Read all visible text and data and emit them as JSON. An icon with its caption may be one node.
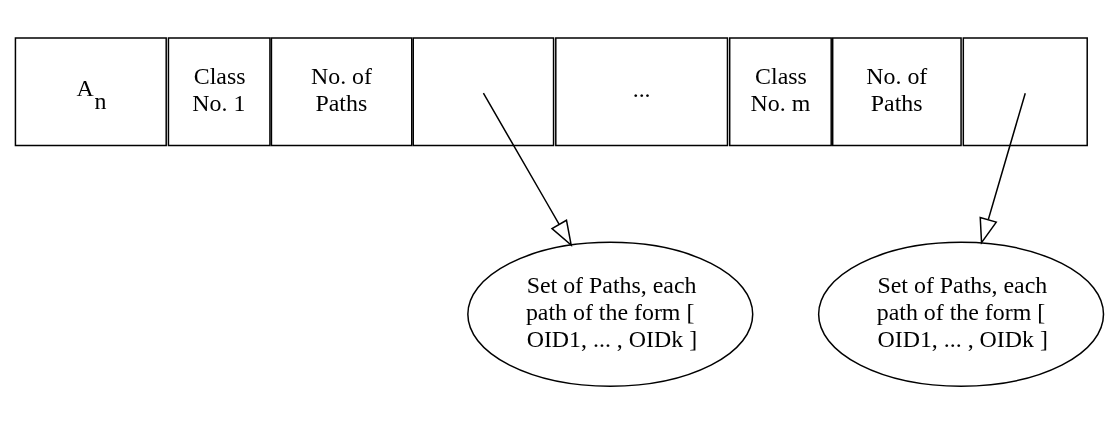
{
  "diagram": {
    "nodes": [
      {
        "text": [
          "A$_{n}$"
        ]
      },
      {
        "text": [
          "Class No. 1"
        ]
      },
      {
        "text": [
          "No. of Paths"
        ]
      },
      {
        "text": [],
        "shape": "box"
      },
      {
        "text": [
          "..."
        ]
      },
      {
        "text": [
          "Class No. m"
        ]
      },
      {
        "text": [
          "No. of Paths"
        ]
      },
      {
        "text": [],
        "shape": "box"
      },
      {
        "text": [
          "Set of Paths, each path of the form [ OID1, ... , OIDk ]"
        ]
      },
      {
        "text": [
          "Set of Paths, each path of the form [ OID1, ... , OIDk ]"
        ]
      }
    ],
    "edges": [
      {
        "from": 3,
        "to": 8,
        "arrow": "to"
      },
      {
        "from": 7,
        "to": 9,
        "arrow": "to"
      }
    ]
  }
}
